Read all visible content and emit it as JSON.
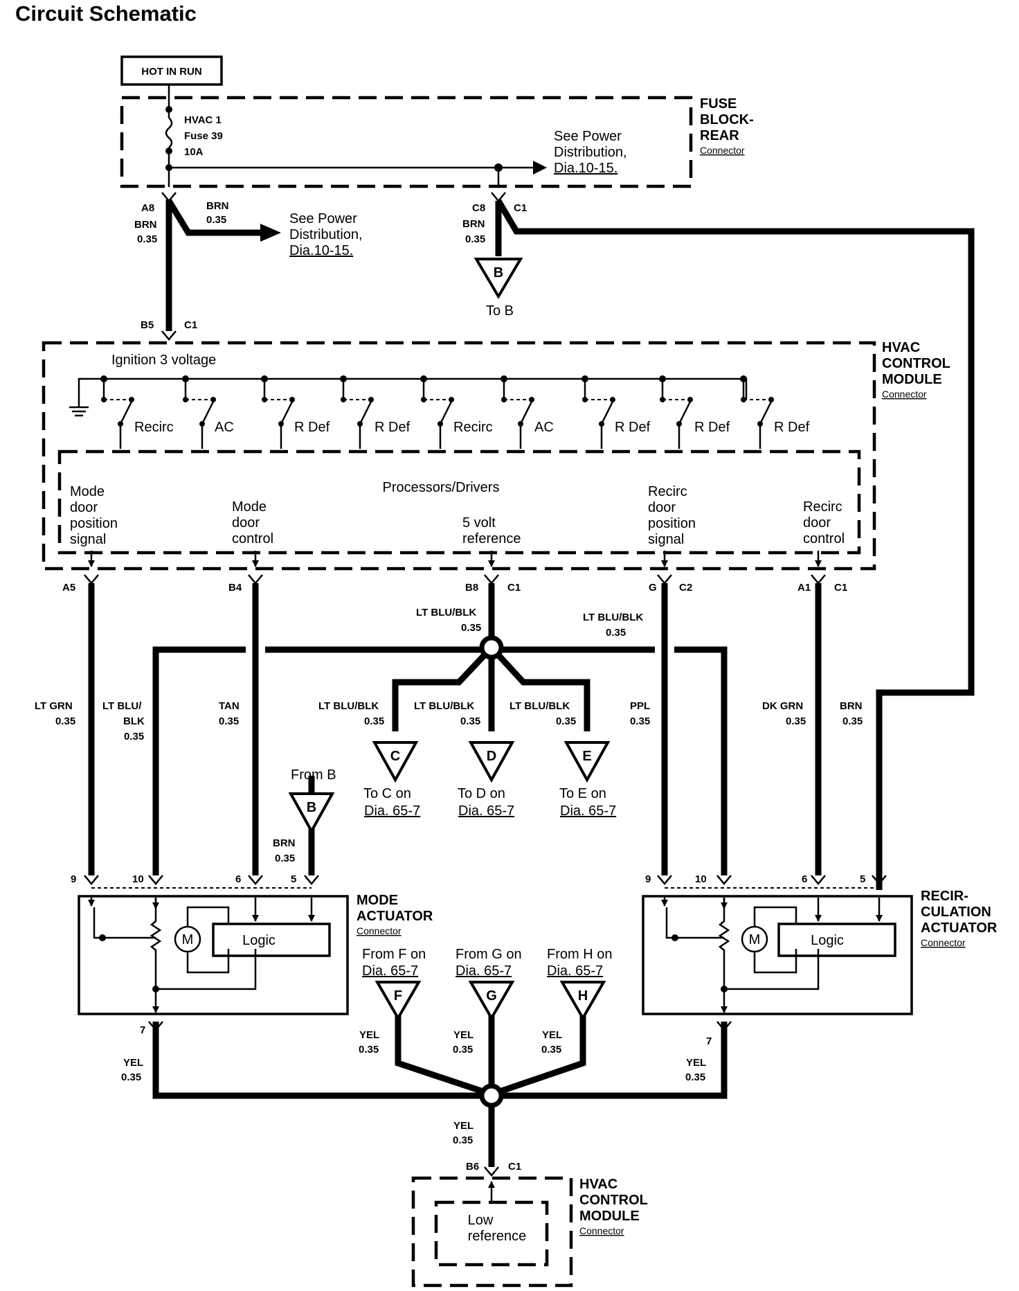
{
  "title": "Circuit Schematic",
  "hot_in_run": "HOT IN RUN",
  "fuse_block": {
    "name_lines": [
      "FUSE",
      "BLOCK-",
      "REAR"
    ],
    "connector": "Connector",
    "fuse_lines": [
      "HVAC 1",
      "Fuse 39",
      "10A"
    ],
    "see_power_lines": [
      "See Power",
      "Distribution,",
      "Dia.10-15."
    ]
  },
  "left_feed": {
    "pin": "A8",
    "wire1_color": "BRN",
    "wire1_gauge": "0.35",
    "wire2_color": "BRN",
    "wire2_gauge": "0.35",
    "see_power_lines": [
      "See Power",
      "Distribution,",
      "Dia.10-15."
    ],
    "end_pin": "B5",
    "end_conn": "C1"
  },
  "right_feed": {
    "pin": "C8",
    "conn": "C1",
    "wire_color": "BRN",
    "wire_gauge": "0.35",
    "tri_letter": "B",
    "tri_label": "To B"
  },
  "hvac_module": {
    "name_lines": [
      "HVAC",
      "CONTROL",
      "MODULE"
    ],
    "connector": "Connector",
    "ign_label": "Ignition 3 voltage",
    "switches": [
      "Recirc",
      "AC",
      "R Def",
      "R Def",
      "Recirc",
      "AC",
      "R Def",
      "R Def",
      "R Def"
    ],
    "processors_title": "Processors/Drivers",
    "signals": [
      {
        "lines": [
          "Mode",
          "door",
          "position",
          "signal"
        ]
      },
      {
        "lines": [
          "Mode",
          "door",
          "control"
        ]
      },
      {
        "lines": [
          "5 volt",
          "reference"
        ]
      },
      {
        "lines": [
          "Recirc",
          "door",
          "position",
          "signal"
        ]
      },
      {
        "lines": [
          "Recirc",
          "door",
          "control"
        ]
      }
    ]
  },
  "pins": {
    "a5": "A5",
    "b4": "B4",
    "b8": "B8",
    "b8c": "C1",
    "g": "G",
    "gc": "C2",
    "a1": "A1",
    "a1c": "C1"
  },
  "wires": {
    "ltgrn": [
      "LT GRN",
      "0.35"
    ],
    "ltblu_left": [
      "LT BLU/",
      "BLK",
      "0.35"
    ],
    "tan": [
      "TAN",
      "0.35"
    ],
    "ltblu_top": [
      "LT BLU/BLK",
      "0.35"
    ],
    "ltblu_right": [
      "LT BLU/BLK",
      "0.35"
    ],
    "ppl": [
      "PPL",
      "0.35"
    ],
    "dkgrn": [
      "DK GRN",
      "0.35"
    ],
    "brn": [
      "BRN",
      "0.35"
    ],
    "brn_b": [
      "BRN",
      "0.35"
    ],
    "branch_c": [
      "LT BLU/BLK",
      "0.35"
    ],
    "branch_d": [
      "LT BLU/BLK",
      "0.35"
    ],
    "branch_e": [
      "LT BLU/BLK",
      "0.35"
    ],
    "yel_left": [
      "YEL",
      "0.35"
    ],
    "yel_f": [
      "YEL",
      "0.35"
    ],
    "yel_g": [
      "YEL",
      "0.35"
    ],
    "yel_h": [
      "YEL",
      "0.35"
    ],
    "yel_right": [
      "YEL",
      "0.35"
    ],
    "yel_bottom": [
      "YEL",
      "0.35"
    ]
  },
  "to_triangles": [
    {
      "letter": "C",
      "lines": [
        "To C on",
        "Dia. 65-7"
      ]
    },
    {
      "letter": "D",
      "lines": [
        "To D on",
        "Dia. 65-7"
      ]
    },
    {
      "letter": "E",
      "lines": [
        "To E on",
        "Dia. 65-7"
      ]
    }
  ],
  "from_b": {
    "label": "From B",
    "letter": "B"
  },
  "mode_actuator": {
    "name_lines": [
      "MODE",
      "ACTUATOR"
    ],
    "connector": "Connector",
    "pins": [
      "9",
      "10",
      "6",
      "5"
    ],
    "bottom_pin": "7",
    "motor": "M",
    "logic": "Logic"
  },
  "recirc_actuator": {
    "name_lines": [
      "RECIR-",
      "CULATION",
      "ACTUATOR"
    ],
    "connector": "Connector",
    "pins": [
      "9",
      "10",
      "6",
      "5"
    ],
    "bottom_pin": "7",
    "motor": "M",
    "logic": "Logic"
  },
  "from_triangles": [
    {
      "letter": "F",
      "lines": [
        "From F on",
        "Dia. 65-7"
      ]
    },
    {
      "letter": "G",
      "lines": [
        "From G on",
        "Dia. 65-7"
      ]
    },
    {
      "letter": "H",
      "lines": [
        "From H on",
        "Dia. 65-7"
      ]
    }
  ],
  "bottom_module": {
    "pin": "B6",
    "conn": "C1",
    "name_lines": [
      "HVAC",
      "CONTROL",
      "MODULE"
    ],
    "connector": "Connector",
    "inner_lines": [
      "Low",
      "reference"
    ]
  }
}
